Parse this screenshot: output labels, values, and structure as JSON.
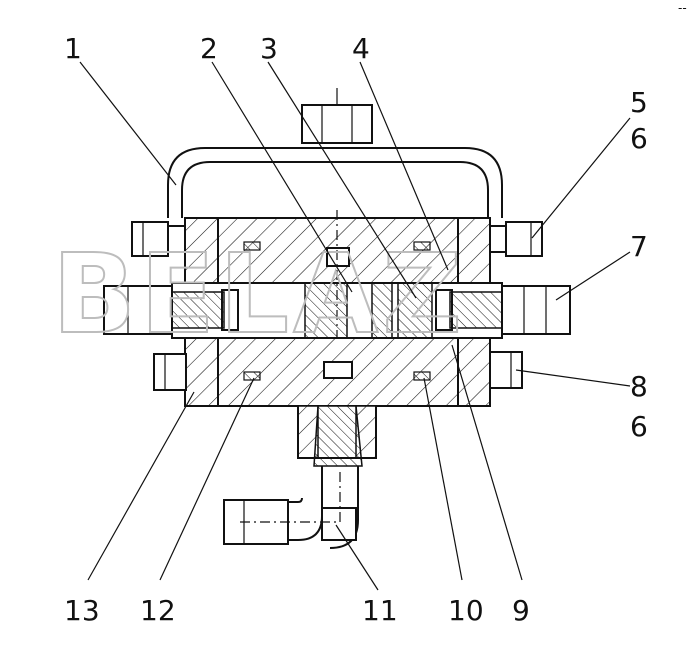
{
  "watermark": "BELAZ",
  "corner_mark": "--",
  "callouts": {
    "c1": "1",
    "c2": "2",
    "c3": "3",
    "c4": "4",
    "c5": "5",
    "c6a": "6",
    "c7": "7",
    "c8": "8",
    "c6b": "6",
    "c13": "13",
    "c12": "12",
    "c11": "11",
    "c10": "10",
    "c9": "9"
  }
}
